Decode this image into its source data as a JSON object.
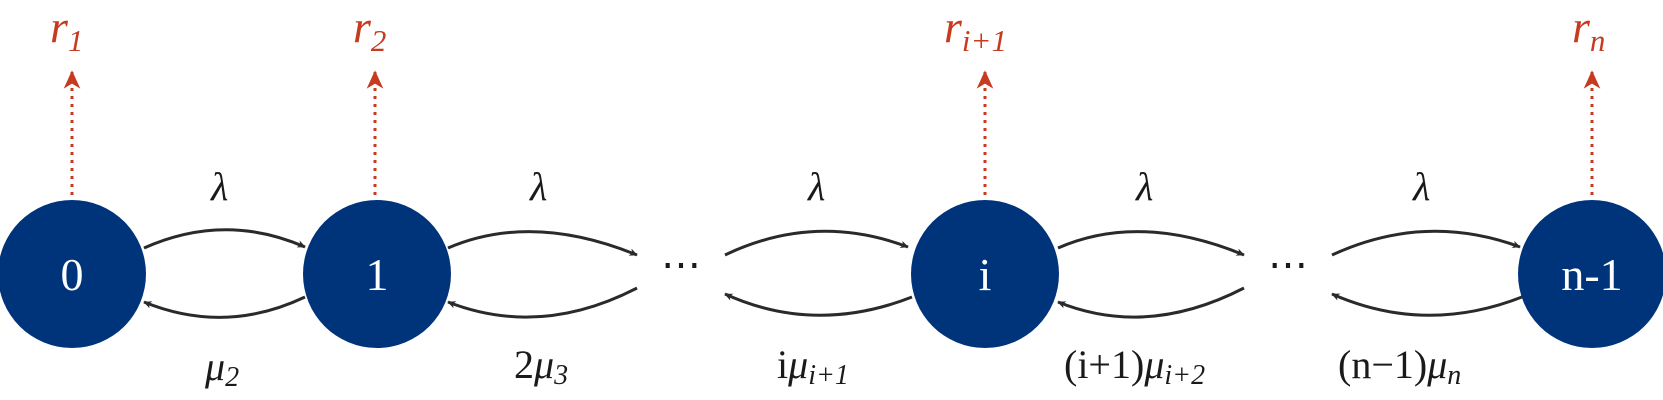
{
  "nodes": [
    {
      "label": "0"
    },
    {
      "label": "1"
    },
    {
      "label": "i"
    },
    {
      "label": "n-1"
    }
  ],
  "ellipsis": [
    "⋯",
    "⋯"
  ],
  "rewards": [
    {
      "symbol": "r",
      "sub": "1"
    },
    {
      "symbol": "r",
      "sub": "2"
    },
    {
      "symbol": "r",
      "sub": "i+1"
    },
    {
      "symbol": "r",
      "sub": "n"
    }
  ],
  "arrival_rates": [
    "λ",
    "λ",
    "λ",
    "λ",
    "λ"
  ],
  "service_rates": [
    {
      "coef": "",
      "sym": "μ",
      "sub": "2"
    },
    {
      "coef": "2",
      "sym": "μ",
      "sub": "3"
    },
    {
      "coef": "i",
      "sym": "μ",
      "sub": "i+1"
    },
    {
      "coef": "(i+1)",
      "sym": "μ",
      "sub": "i+2"
    },
    {
      "coef": "(n−1)",
      "sym": "μ",
      "sub": "n"
    }
  ],
  "colors": {
    "node": "#00347a",
    "reward": "#c63a1e",
    "edge": "#2a2a2a"
  }
}
